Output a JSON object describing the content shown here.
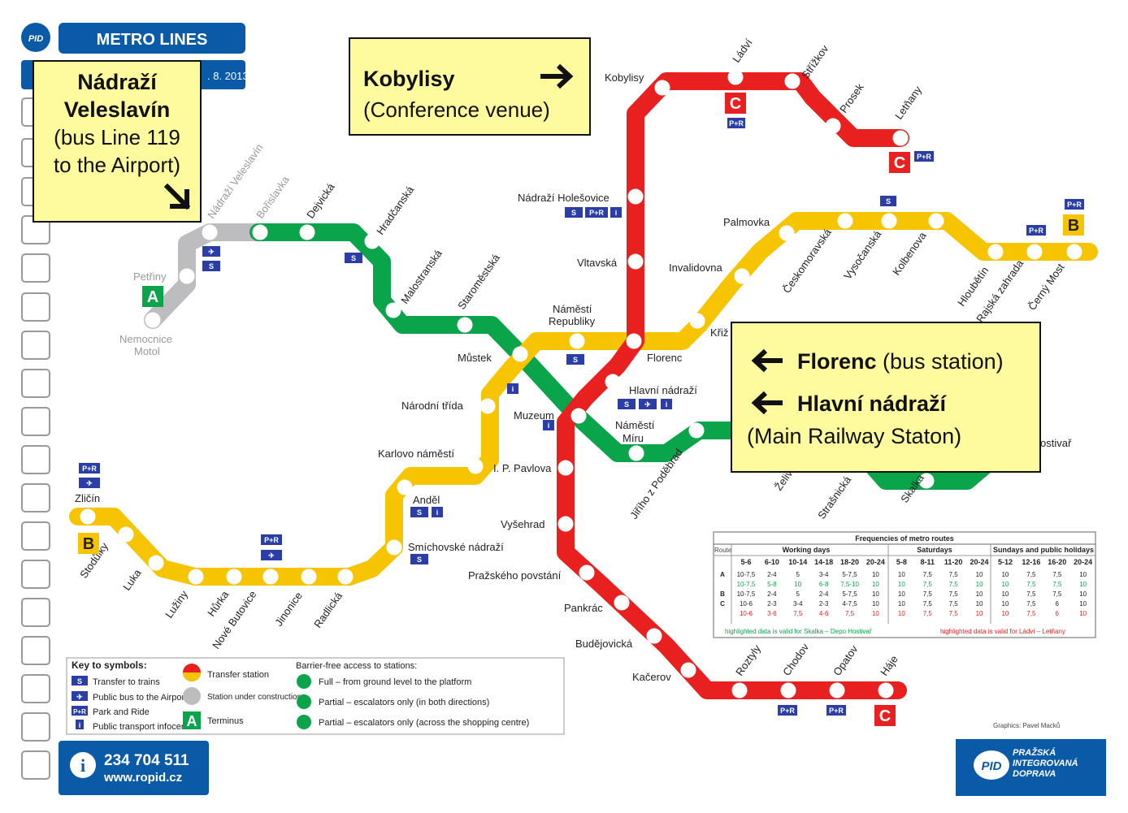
{
  "header": {
    "title": "METRO LINES",
    "date_fragment": ". 8. 2013"
  },
  "colors": {
    "line_a": "#0aa44a",
    "line_b": "#f6c400",
    "line_c": "#e8201f",
    "construction": "#bdbdbf",
    "brand_blue": "#0b5aa8",
    "callout_bg": "#fefb9f"
  },
  "callouts": {
    "veleslavin": {
      "line1": "Nádraží",
      "line2": "Veleslavín",
      "line3": "(bus Line 119",
      "line4": "to the Airport)"
    },
    "kobylisy": {
      "line1": "Kobylisy",
      "line2": "(Conference venue)"
    },
    "florenc": {
      "name1": "Florenc",
      "suffix1": " (bus station)",
      "name2": "Hlavní nádraží",
      "line3": "(Main Railway Staton)"
    }
  },
  "stations": {
    "line_a": [
      "Nádraží Veleslavín",
      "Bořislavka",
      "Dejvická",
      "Hradčanská",
      "Malostranská",
      "Staroměstská",
      "Můstek",
      "Muzeum",
      "Náměstí Míru",
      "Jiřího z Poděbrad",
      "Želiv",
      "Strašnická",
      "Skalka",
      "Depo Hostivař",
      "Petřiny",
      "Nemocnice Motol"
    ],
    "line_b": [
      "Zličín",
      "Stodůlky",
      "Luka",
      "Lužiny",
      "Hůrka",
      "Nové Butovice",
      "Jinonice",
      "Radlická",
      "Smíchovské nádraží",
      "Anděl",
      "Karlovo náměstí",
      "Národní třída",
      "Můstek",
      "Náměstí Republiky",
      "Florenc",
      "Křižíkova",
      "Invalidovna",
      "Palmovka",
      "Českomoravská",
      "Vysočanská",
      "Kolbenova",
      "Hloubětín",
      "Rajská zahrada",
      "Černý Most"
    ],
    "line_c": [
      "Letňany",
      "Prosek",
      "Střížkov",
      "Ládví",
      "Kobylisy",
      "Nádraží Holešovice",
      "Vltavská",
      "Florenc",
      "Hlavní nádraží",
      "Muzeum",
      "I. P. Pavlova",
      "Vyšehrad",
      "Pražského povstání",
      "Pankrác",
      "Budějovická",
      "Kačerov",
      "Roztyly",
      "Chodov",
      "Opatov",
      "Háje"
    ]
  },
  "labels": {
    "nadrazi_veleslavin": "Nádraží Veleslavín",
    "borislavka": "Bořislavka",
    "dejvicka": "Dejvická",
    "hradcanska": "Hradčanská",
    "malostranska": "Malostranská",
    "staromestska": "Staroměstská",
    "mustek": "Můstek",
    "muzeum": "Muzeum",
    "namesti_miru": "Náměstí",
    "namesti_miru2": "Míru",
    "jiriho": "Jiřího z Poděbrad",
    "zeliv": "Želiv",
    "strasnicka": "Strašnická",
    "skalka": "Skalka",
    "hostivar": "ostivař",
    "petriny": "Petřiny",
    "motol1": "Nemocnice",
    "motol2": "Motol",
    "zlicin": "Zličín",
    "stodulky": "Stodůlky",
    "luka": "Luka",
    "luziny": "Lužiny",
    "hurka": "Hůrka",
    "nove_butovice": "Nové Butovice",
    "jinonice": "Jinonice",
    "radlicka": "Radlická",
    "smichovske": "Smíchovské nádraží",
    "andel": "Anděl",
    "karlovo": "Karlovo náměstí",
    "narodni": "Národní třída",
    "namesti_republiky1": "Náměstí",
    "namesti_republiky2": "Republiky",
    "florenc": "Florenc",
    "krizikova": "Křiž",
    "invalidovna": "Invalidovna",
    "palmovka": "Palmovka",
    "ceskomoravska": "Českomoravská",
    "vysocanska": "Vysočanská",
    "kolbenova": "Kolbenova",
    "hloubetin": "Hloubětín",
    "rajska": "Rajská zahrada",
    "cerny_most": "Černý Most",
    "letnany": "Letňany",
    "prosek": "Prosek",
    "strizkov": "Střížkov",
    "ladvi": "Ládví",
    "kobylisy": "Kobylisy",
    "holesovice": "Nádraží Holešovice",
    "vltavska": "Vltavská",
    "hlavni": "Hlavní nádraží",
    "ip_pavlova": "I. P. Pavlova",
    "vysehrad": "Vyšehrad",
    "prazskeho": "Pražského povstání",
    "pankrac": "Pankrác",
    "budejovicka": "Budějovická",
    "kacerov": "Kačerov",
    "roztyly": "Roztyly",
    "chodov": "Chodov",
    "opatov": "Opatov",
    "haje": "Háje"
  },
  "terminus": {
    "a": "A",
    "b": "B",
    "c": "C"
  },
  "badges": {
    "s": "S",
    "pr": "P+R",
    "i": "i",
    "plane": "✈"
  },
  "frequency_table": {
    "title": "Frequencies of metro routes",
    "route_header": "Route",
    "groups": [
      "Working days",
      "Saturdays",
      "Sundays and public holidays"
    ],
    "hours": [
      "5-6",
      "6-10",
      "10-14",
      "14-18",
      "18-20",
      "20-24",
      "5-8",
      "8-11",
      "11-20",
      "20-24",
      "5-12",
      "12-16",
      "16-20",
      "20-24"
    ],
    "rows": [
      {
        "route": "A",
        "values": [
          "10-7,5",
          "2-4",
          "5",
          "3-4",
          "5-7,5",
          "10",
          "10",
          "7,5",
          "7,5",
          "10",
          "10",
          "7,5",
          "7,5",
          "10"
        ]
      },
      {
        "route": "",
        "values": [
          "10-7,5",
          "5-8",
          "10",
          "6-8",
          "7,5-10",
          "10",
          "10",
          "7,5",
          "7,5",
          "10",
          "10",
          "7,5",
          "7,5",
          "10"
        ]
      },
      {
        "route": "B",
        "values": [
          "10-7,5",
          "2-4",
          "5",
          "2-4",
          "5-7,5",
          "10",
          "10",
          "7,5",
          "7,5",
          "10",
          "10",
          "7,5",
          "7,5",
          "10"
        ]
      },
      {
        "route": "C",
        "values": [
          "10-6",
          "2-3",
          "3-4",
          "2-3",
          "4-7,5",
          "10",
          "10",
          "7,5",
          "7,5",
          "10",
          "10",
          "7,5",
          "6",
          "10"
        ]
      },
      {
        "route": "",
        "values": [
          "10-6",
          "3-6",
          "7,5",
          "4-6",
          "7,5",
          "10",
          "10",
          "7,5",
          "7,5",
          "10",
          "10",
          "7,5",
          "6",
          "10"
        ]
      }
    ],
    "note_a": "highlighted data is valid for Skalka – Depo Hostivař",
    "note_c": "highlighted data is valid for Ládví – Letňany"
  },
  "legend": {
    "title": "Key to symbols:",
    "items": [
      "Transfer to trains",
      "Public bus to the Airport",
      "Park and Ride",
      "Public transport infocentre"
    ],
    "transfer": "Transfer station",
    "construction": "Station under construction",
    "terminus": "Terminus",
    "barrier_title": "Barrier-free access to stations:",
    "barrier": [
      "Full – from ground level to the platform",
      "Partial – escalators only (in both directions)",
      "Partial – escalators only (across the shopping centre)"
    ]
  },
  "contact": {
    "phone": "234 704 511",
    "web": "www.ropid.cz"
  },
  "brand": {
    "logo": "PID",
    "line1": "PRAŽSKÁ",
    "line2": "INTEGROVANÁ",
    "line3": "DOPRAVA"
  },
  "credit": "Graphics: Pavel Macků"
}
